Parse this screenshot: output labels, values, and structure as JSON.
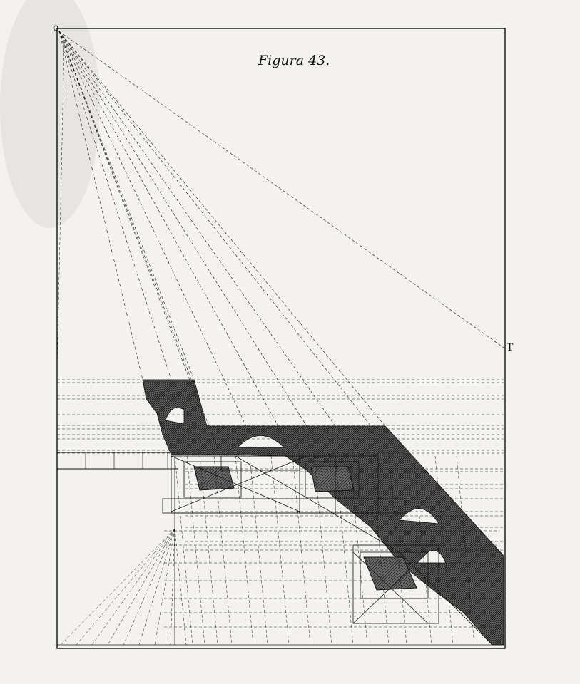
{
  "figure": {
    "title": "Figura 43.",
    "point_o": "o",
    "point_t": "T"
  },
  "colors": {
    "paper": "#f3f2ef",
    "ink": "#111111",
    "shadow": "#4a4a4a"
  }
}
